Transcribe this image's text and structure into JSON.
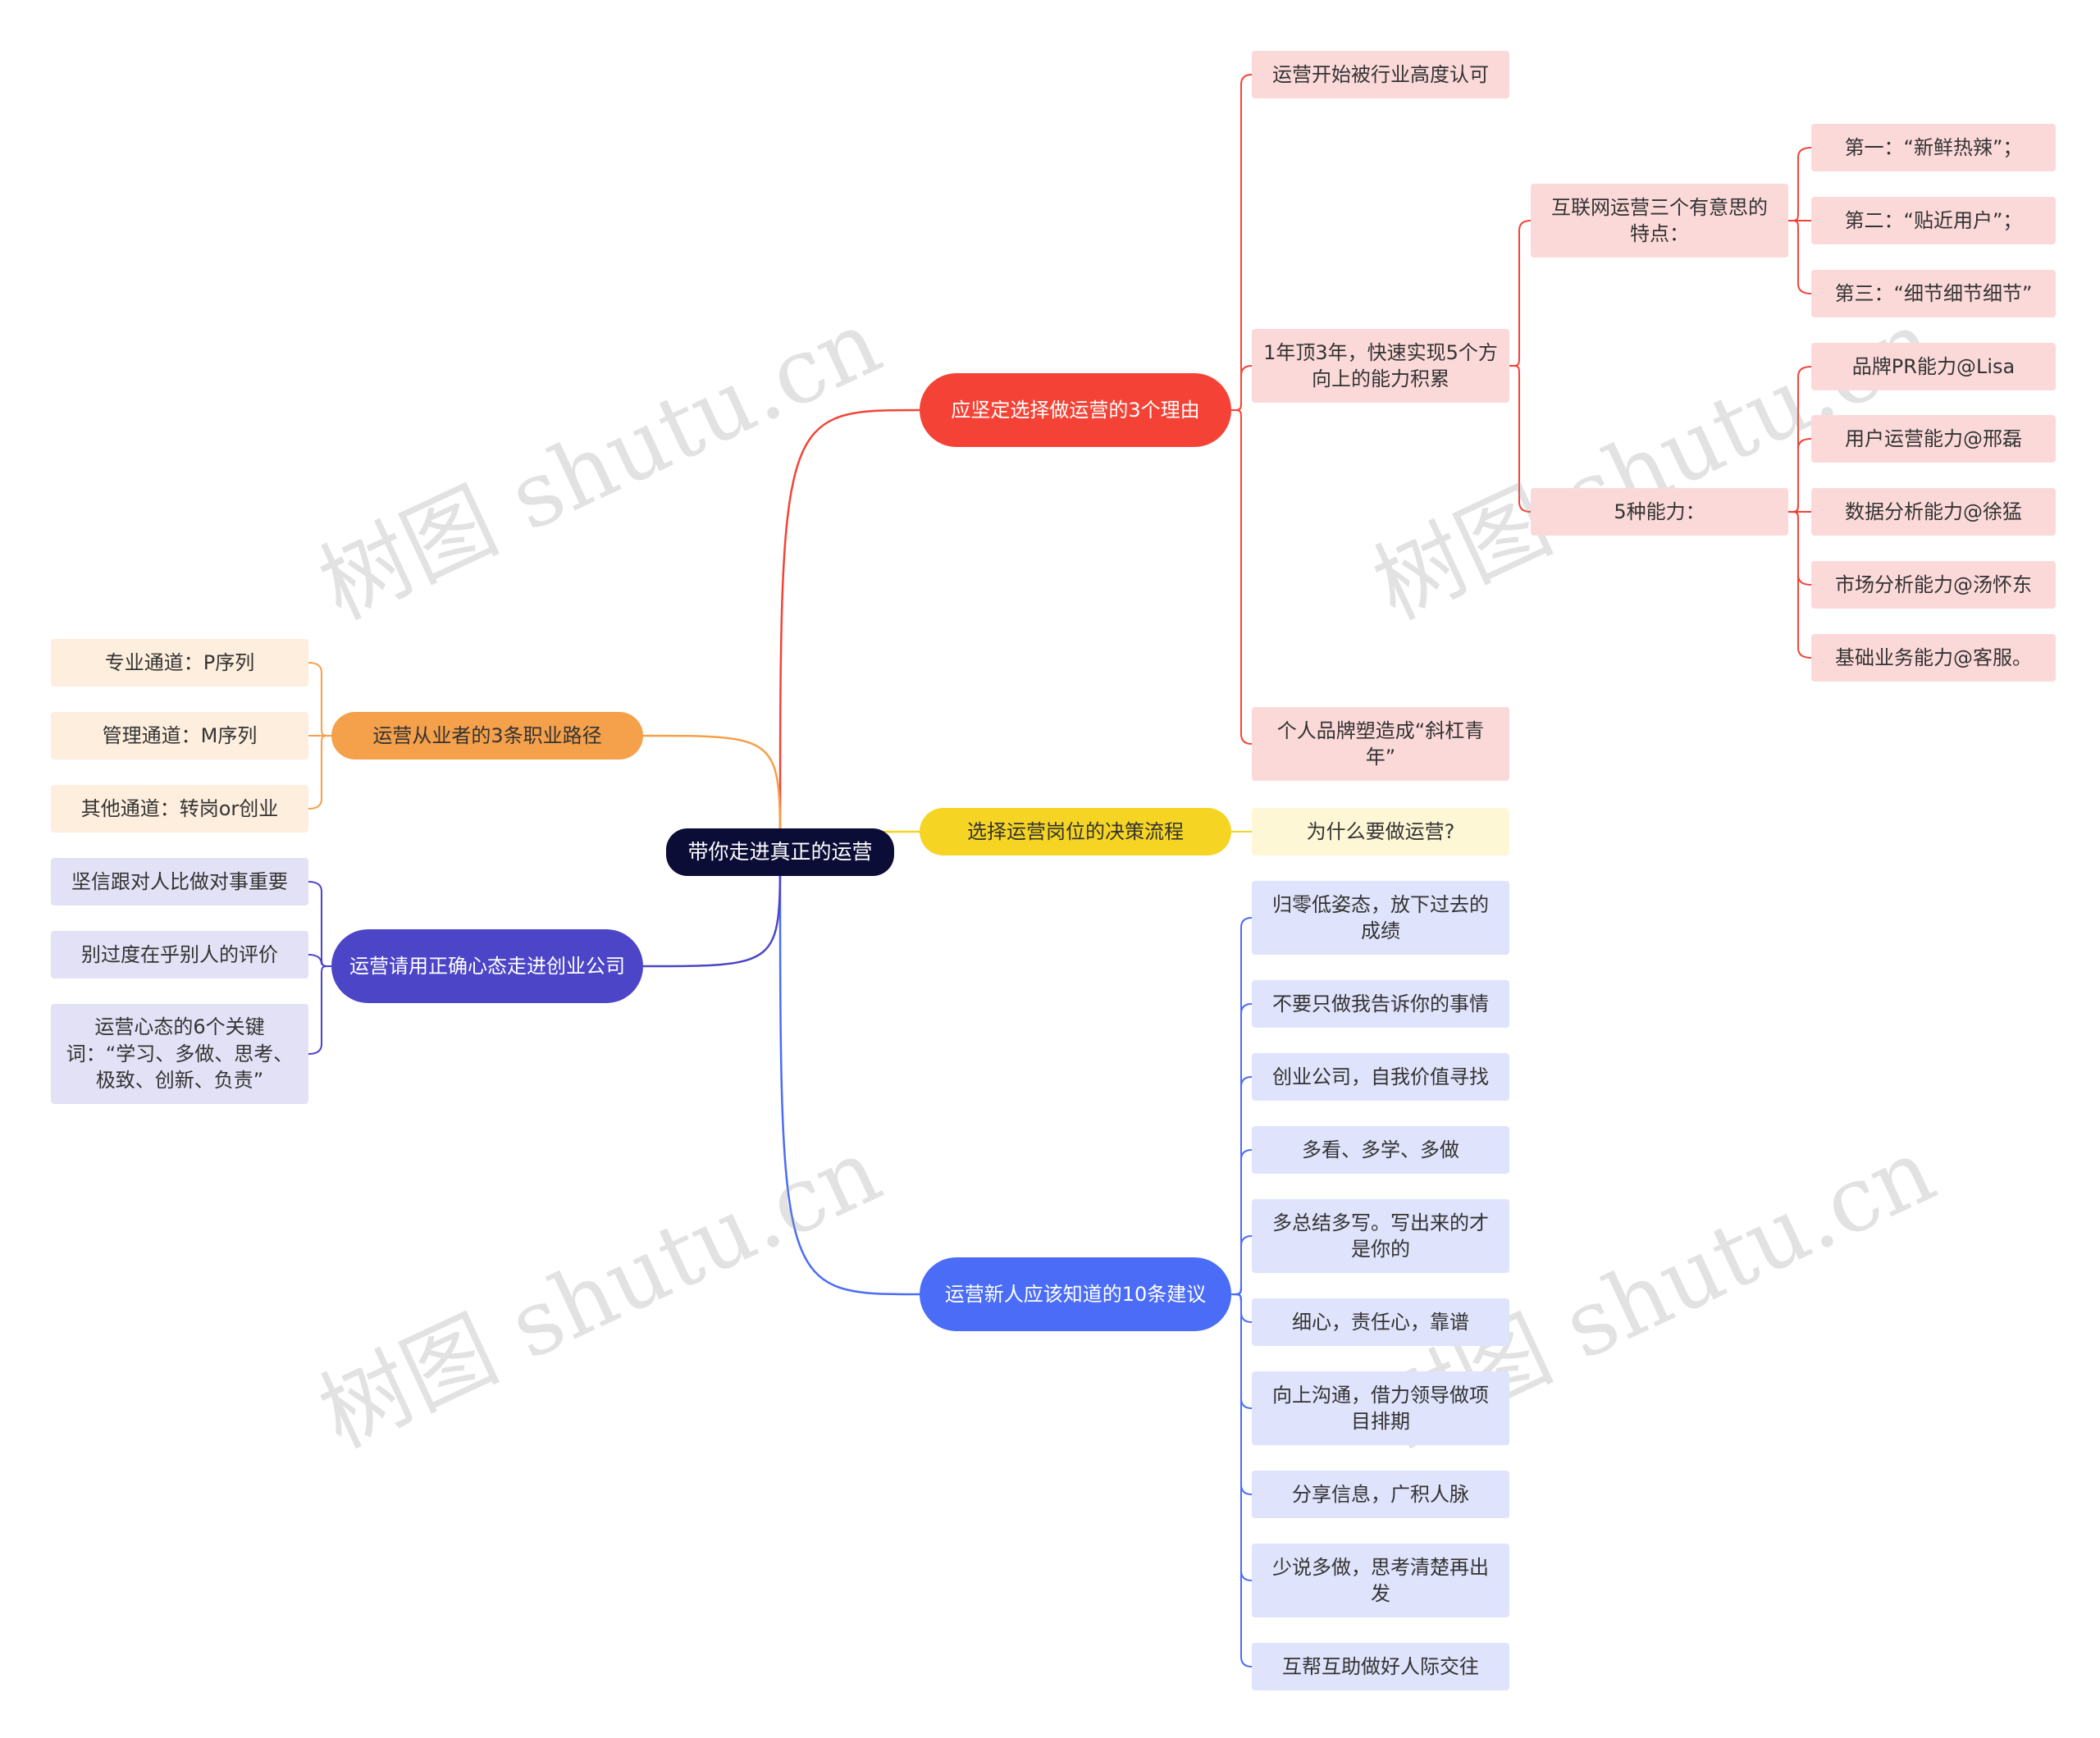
{
  "root": "带你走进真正的运营",
  "colors": {
    "red": "#f44336",
    "yellow": "#f5d423",
    "blue": "#4a6cf7",
    "orange": "#f5a04a",
    "purple": "#4c45c7",
    "leaf_red": "#fcd9d9",
    "leaf_yellow": "#fdf7d6",
    "leaf_blue": "#dfe3fb",
    "leaf_orange": "#fdeedd",
    "leaf_purple": "#e3e1f6"
  },
  "reasons": {
    "title": "应坚定选择做运营的3个理由",
    "item1": "运营开始被行业高度认可",
    "item2": "1年顶3年，快速实现5个方向上的能力积累",
    "features": {
      "title": "互联网运营三个有意思的特点：",
      "items": [
        "第一：“新鲜热辣”；",
        "第二：“贴近用户”；",
        "第三：“细节细节细节”"
      ]
    },
    "abilities": {
      "title": "5种能力：",
      "items": [
        "品牌PR能力@Lisa",
        "用户运营能力@邢磊",
        "数据分析能力@徐猛",
        "市场分析能力@汤怀东",
        "基础业务能力@客服。"
      ]
    },
    "item3": "个人品牌塑造成“斜杠青年”"
  },
  "decision": {
    "title": "选择运营岗位的决策流程",
    "item": "为什么要做运营?"
  },
  "advice": {
    "title": "运营新人应该知道的10条建议",
    "items": [
      "归零低姿态，放下过去的成绩",
      "不要只做我告诉你的事情",
      "创业公司，自我价值寻找",
      "多看、多学、多做",
      "多总结多写。写出来的才是你的",
      "细心，责任心，靠谱",
      "向上沟通，借力领导做项目排期",
      "分享信息，广积人脉",
      "少说多做，思考清楚再出发",
      "互帮互助做好人际交往"
    ]
  },
  "career": {
    "title": "运营从业者的3条职业路径",
    "items": [
      "专业通道：P序列",
      "管理通道：M序列",
      "其他通道：转岗or创业"
    ]
  },
  "mindset": {
    "title": "运营请用正确心态走进创业公司",
    "items": [
      "坚信跟对人比做对事重要",
      "别过度在乎别人的评价",
      "运营心态的6个关键词：“学习、多做、思考、极致、创新、负责”"
    ]
  },
  "watermark": "树图 shutu.cn"
}
